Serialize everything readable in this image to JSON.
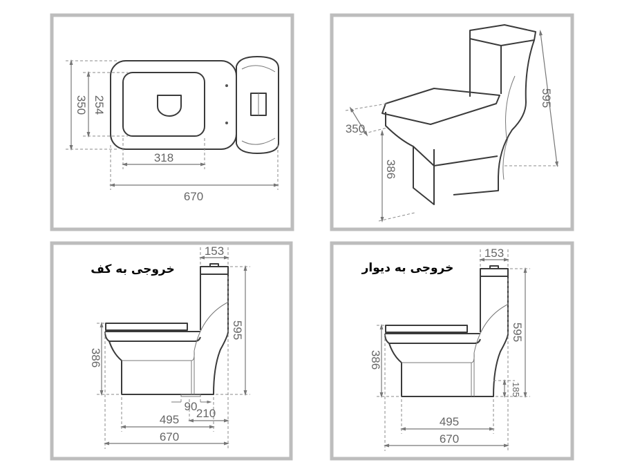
{
  "panels": {
    "top_view": {
      "dims": {
        "depth": "350",
        "inner_depth": "254",
        "inner_width": "318",
        "length": "670"
      }
    },
    "perspective_view": {
      "dims": {
        "depth": "350",
        "seat_height": "386",
        "total_height": "595"
      }
    },
    "floor_outlet": {
      "title": "خروجی به کف",
      "dims": {
        "tank": "153",
        "total_height": "595",
        "seat_height": "386",
        "outlet_width": "90",
        "outlet_offset": "210",
        "base_length": "495",
        "length": "670"
      }
    },
    "wall_outlet": {
      "title": "خروجی به دیوار",
      "dims": {
        "tank": "153",
        "total_height": "595",
        "seat_height": "386",
        "outlet_height": "185",
        "base_length": "495",
        "length": "670"
      }
    }
  }
}
